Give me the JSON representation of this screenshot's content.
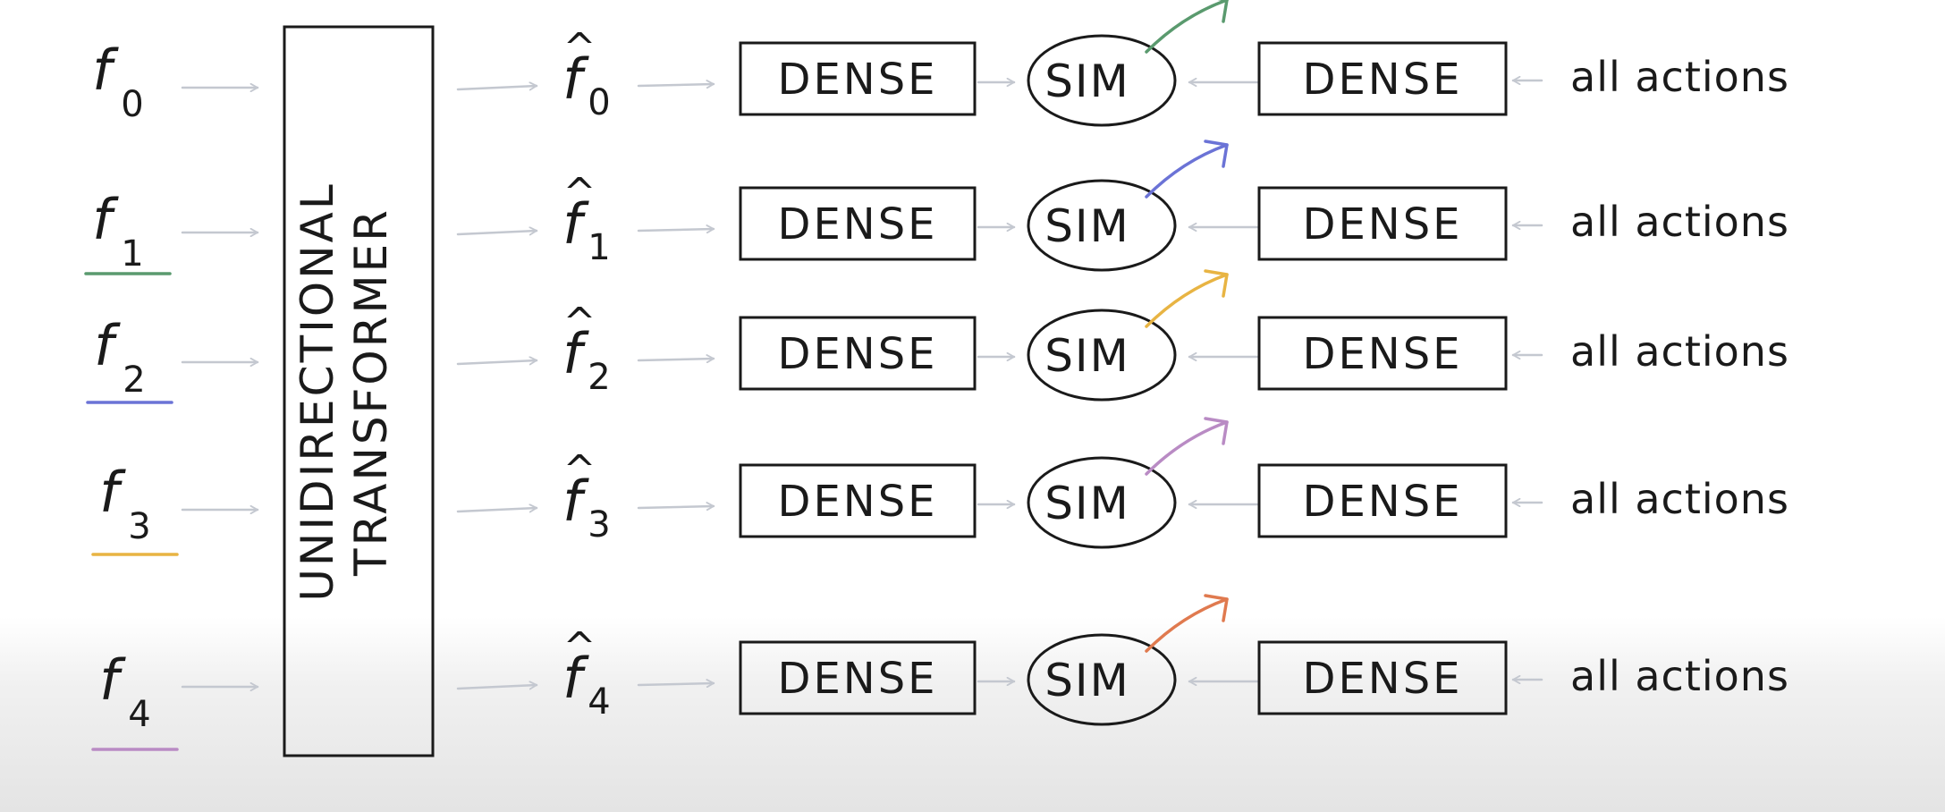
{
  "diagram": {
    "transformer_label_line1": "UNIDIRECTIONAL",
    "transformer_label_line2": "TRANSFORMER",
    "inputs": [
      {
        "base": "f",
        "sub": "0",
        "underline": ""
      },
      {
        "base": "f",
        "sub": "1",
        "underline": "#5a9a6e"
      },
      {
        "base": "f",
        "sub": "2",
        "underline": "#6b73d6"
      },
      {
        "base": "f",
        "sub": "3",
        "underline": "#e8b443"
      },
      {
        "base": "f",
        "sub": "4",
        "underline": "#b98bc4"
      }
    ],
    "outputs": [
      {
        "hat": "^",
        "base": "f",
        "sub": "0"
      },
      {
        "hat": "^",
        "base": "f",
        "sub": "1"
      },
      {
        "hat": "^",
        "base": "f",
        "sub": "2"
      },
      {
        "hat": "^",
        "base": "f",
        "sub": "3"
      },
      {
        "hat": "^",
        "base": "f",
        "sub": "4"
      }
    ],
    "dense_label": "DENSE",
    "sim_label": "SIM",
    "action_label": "all actions",
    "score_arrow_colors": [
      "#5a9a6e",
      "#6b73d6",
      "#e8b443",
      "#b98bc4",
      "#e07a4f"
    ],
    "flow_arrow_color": "#c4c8d0",
    "ink_color": "#1a1a1a"
  }
}
